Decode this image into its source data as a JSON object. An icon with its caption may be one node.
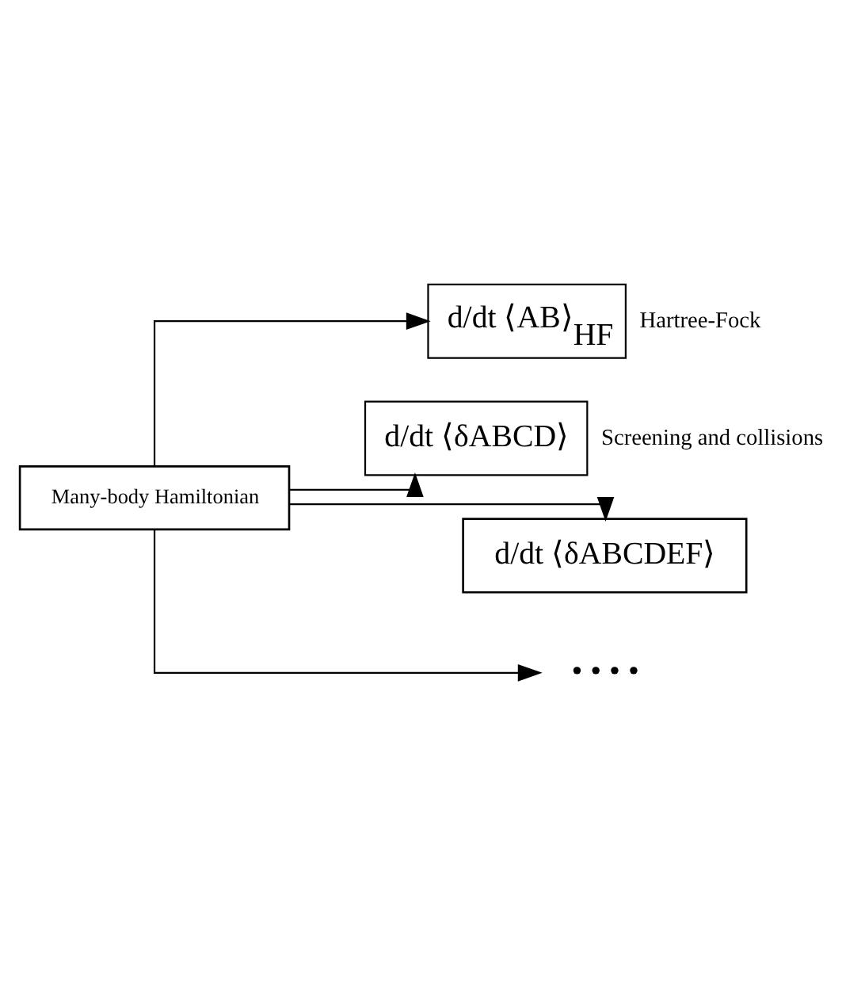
{
  "diagram": {
    "nodes": [
      {
        "text": [
          "Many-body Hamiltonian"
        ]
      },
      {
        "text": [
          "d/dt ⟨AB⟩$_{HF}$"
        ],
        "beside": [
          "Hartree-Fock"
        ]
      },
      {
        "text": [
          "d/dt ⟨δABCD⟩"
        ],
        "beside": [
          "Screening and collisions"
        ]
      },
      {
        "text": [
          "d/dt ⟨δABCDEF⟩"
        ]
      },
      {
        "text": [
          "• • • •"
        ]
      }
    ],
    "edges": [
      {
        "from": 0,
        "to": 1,
        "arrow": "to"
      },
      {
        "from": 0,
        "to": 2,
        "arrow": "to"
      },
      {
        "from": 0,
        "to": 3,
        "arrow": "to"
      },
      {
        "from": 0,
        "to": 4,
        "arrow": "to"
      }
    ]
  }
}
